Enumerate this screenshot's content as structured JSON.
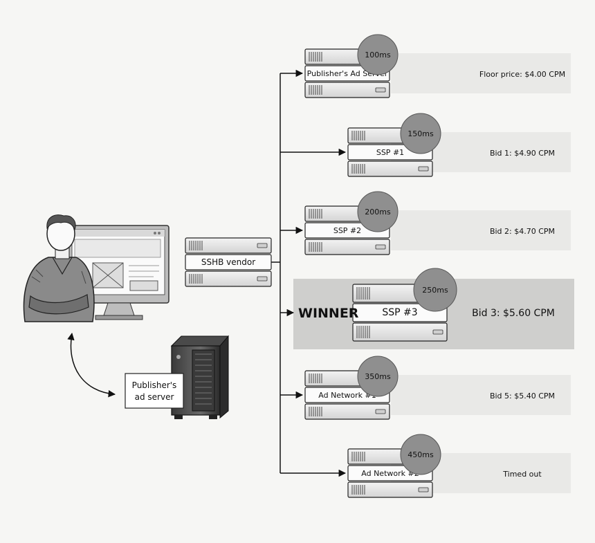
{
  "source": {
    "vendor_label": "SSHB vendor",
    "ad_server_label_line1": "Publisher's",
    "ad_server_label_line2": "ad server"
  },
  "rows": [
    {
      "id": "publisher-ad-server",
      "label": "Publisher's Ad Server",
      "latency": "100ms",
      "result": "Floor price: $4.00 CPM",
      "winner": false
    },
    {
      "id": "ssp-1",
      "label": "SSP #1",
      "latency": "150ms",
      "result": "Bid 1: $4.90 CPM",
      "winner": false
    },
    {
      "id": "ssp-2",
      "label": "SSP #2",
      "latency": "200ms",
      "result": "Bid 2: $4.70 CPM",
      "winner": false
    },
    {
      "id": "ssp-3",
      "label": "SSP #3",
      "latency": "250ms",
      "result": "Bid 3: $5.60 CPM",
      "winner": true,
      "winner_label": "WINNER"
    },
    {
      "id": "ad-network-1",
      "label": "Ad Network #1",
      "latency": "350ms",
      "result": "Bid 5: $5.40 CPM",
      "winner": false
    },
    {
      "id": "ad-network-2",
      "label": "Ad Network #2",
      "latency": "450ms",
      "result": "Timed out",
      "winner": false
    }
  ]
}
